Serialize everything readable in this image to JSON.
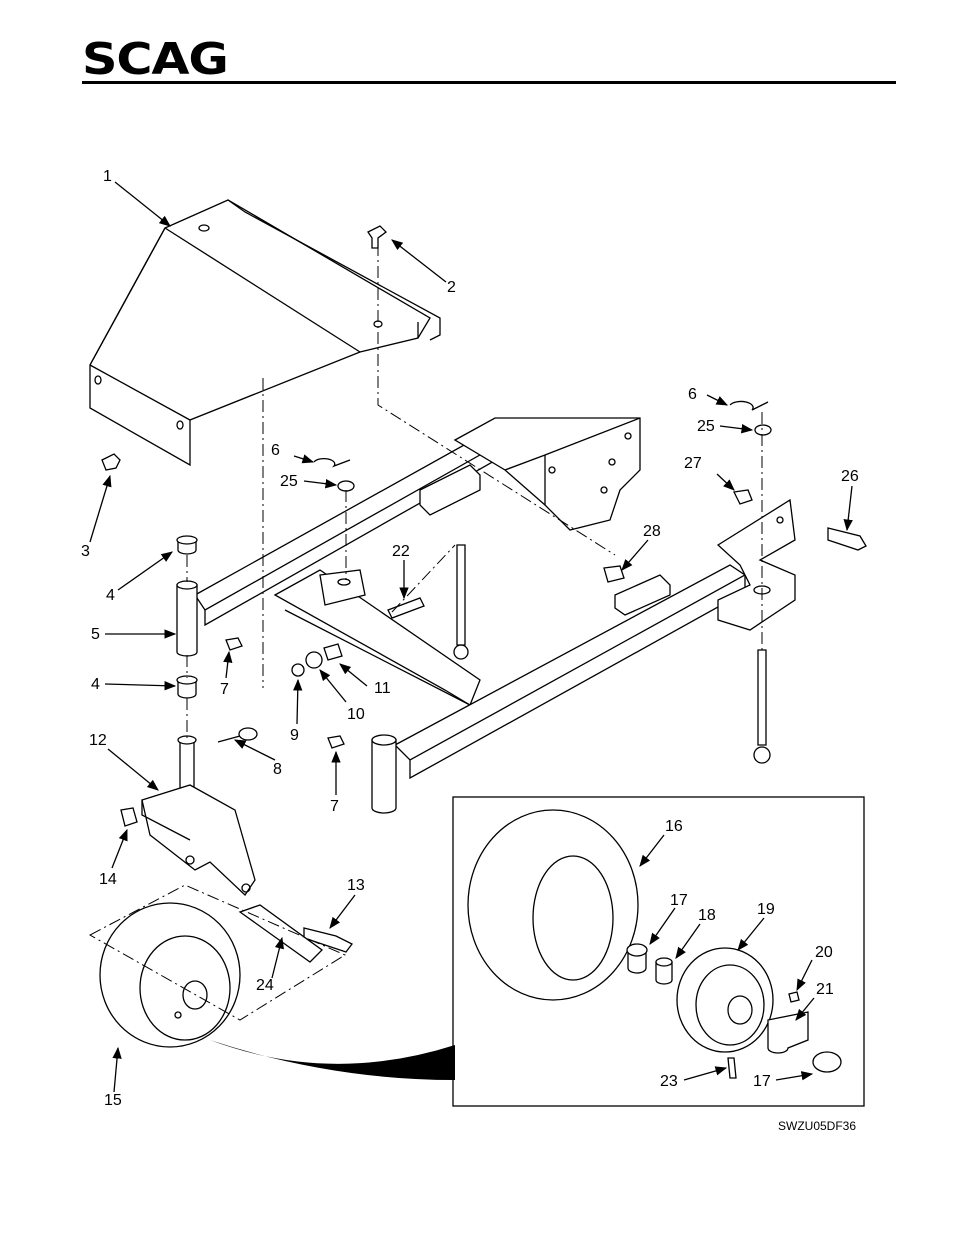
{
  "header": {
    "brand": "SCAG"
  },
  "diagram": {
    "drawing_code": "SWZU05DF36",
    "callouts": [
      {
        "id": "c1",
        "label": "1"
      },
      {
        "id": "c2",
        "label": "2"
      },
      {
        "id": "c3",
        "label": "3"
      },
      {
        "id": "c4a",
        "label": "4"
      },
      {
        "id": "c4b",
        "label": "4"
      },
      {
        "id": "c5",
        "label": "5"
      },
      {
        "id": "c6a",
        "label": "6"
      },
      {
        "id": "c6b",
        "label": "6"
      },
      {
        "id": "c7a",
        "label": "7"
      },
      {
        "id": "c7b",
        "label": "7"
      },
      {
        "id": "c8",
        "label": "8"
      },
      {
        "id": "c9",
        "label": "9"
      },
      {
        "id": "c10",
        "label": "10"
      },
      {
        "id": "c11",
        "label": "11"
      },
      {
        "id": "c12",
        "label": "12"
      },
      {
        "id": "c13",
        "label": "13"
      },
      {
        "id": "c14",
        "label": "14"
      },
      {
        "id": "c15",
        "label": "15"
      },
      {
        "id": "c16",
        "label": "16"
      },
      {
        "id": "c17a",
        "label": "17"
      },
      {
        "id": "c17b",
        "label": "17"
      },
      {
        "id": "c18",
        "label": "18"
      },
      {
        "id": "c19",
        "label": "19"
      },
      {
        "id": "c20",
        "label": "20"
      },
      {
        "id": "c21",
        "label": "21"
      },
      {
        "id": "c22",
        "label": "22"
      },
      {
        "id": "c23",
        "label": "23"
      },
      {
        "id": "c24",
        "label": "24"
      },
      {
        "id": "c25a",
        "label": "25"
      },
      {
        "id": "c25b",
        "label": "25"
      },
      {
        "id": "c26",
        "label": "26"
      },
      {
        "id": "c27",
        "label": "27"
      },
      {
        "id": "c28",
        "label": "28"
      }
    ]
  }
}
